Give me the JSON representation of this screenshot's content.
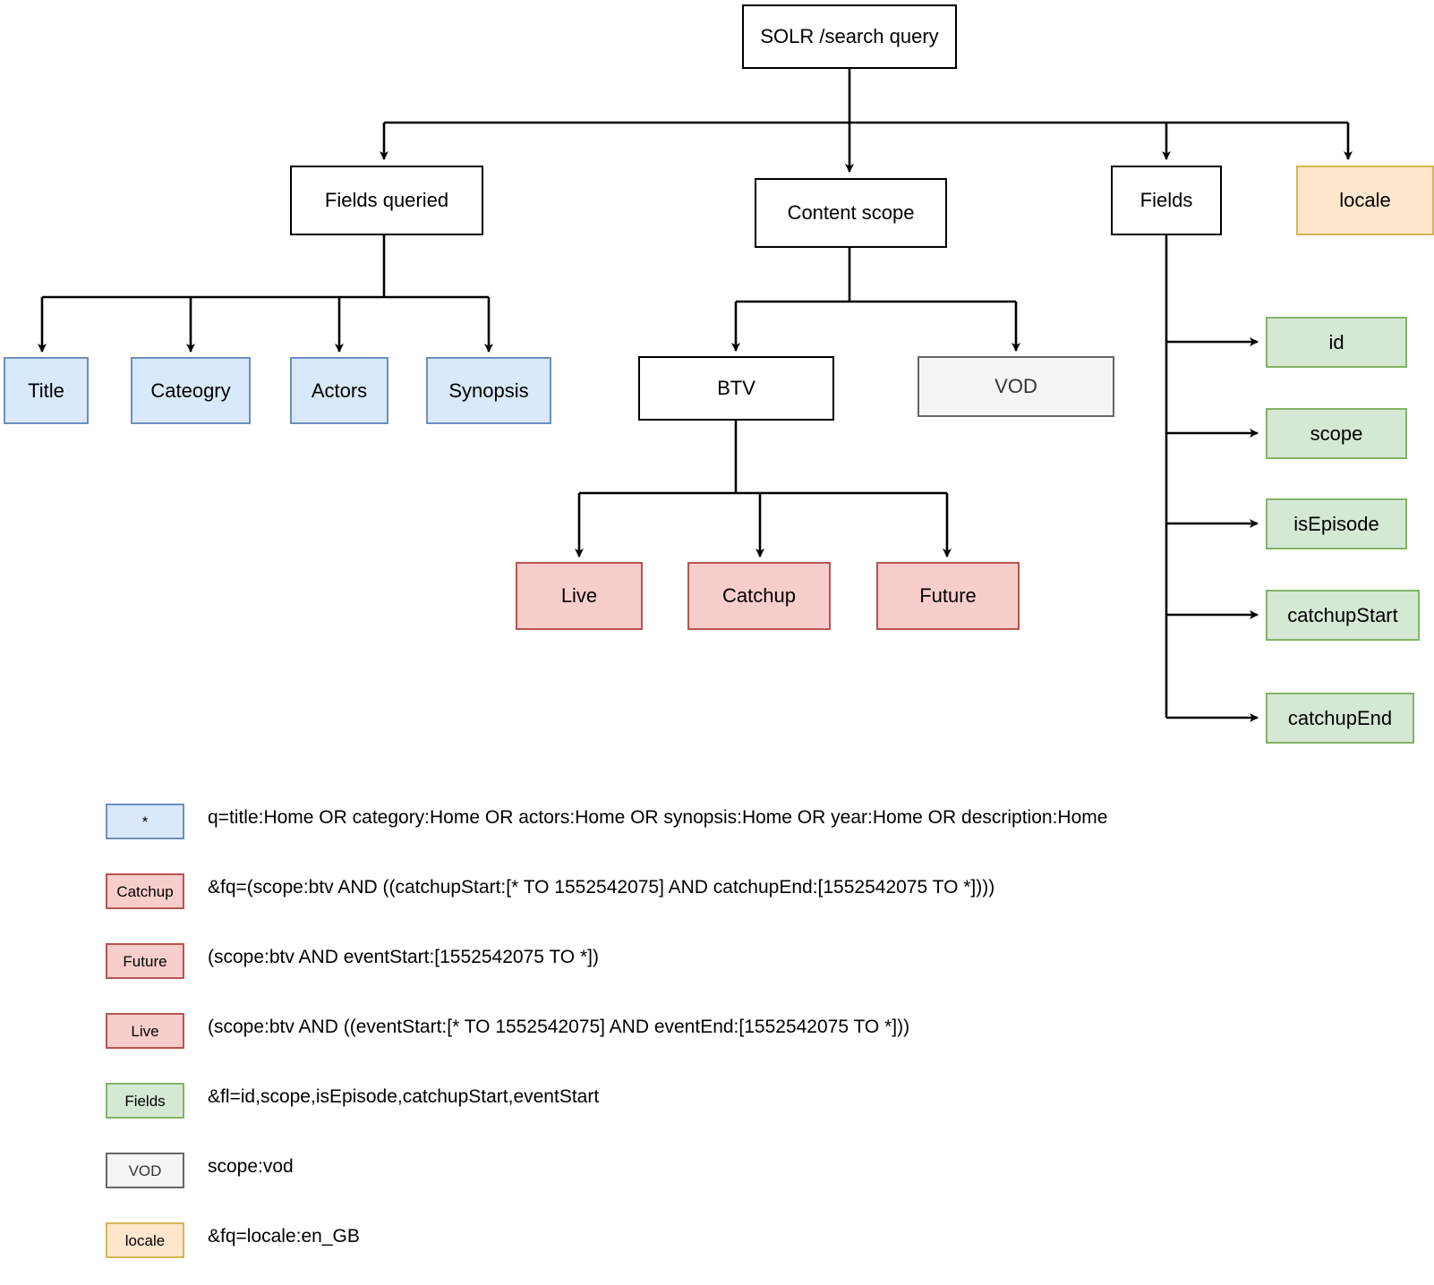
{
  "diagram": {
    "title": "SOLR /search query",
    "root": {
      "label": "SOLR /search query"
    },
    "branches": {
      "fields_queried": {
        "label": "Fields queried"
      },
      "content_scope": {
        "label": "Content scope"
      },
      "fields": {
        "label": "Fields"
      },
      "locale": {
        "label": "locale"
      }
    },
    "queried_fields": [
      {
        "label": "Title"
      },
      {
        "label": "Cateogry"
      },
      {
        "label": "Actors"
      },
      {
        "label": "Synopsis"
      }
    ],
    "scopes": [
      {
        "label": "BTV"
      },
      {
        "label": "VOD"
      }
    ],
    "btv_children": [
      {
        "label": "Live"
      },
      {
        "label": "Catchup"
      },
      {
        "label": "Future"
      }
    ],
    "field_list": [
      {
        "label": "id"
      },
      {
        "label": "scope"
      },
      {
        "label": "isEpisode"
      },
      {
        "label": "catchupStart"
      },
      {
        "label": "catchupEnd"
      }
    ]
  },
  "legend": [
    {
      "swatch": "*",
      "style": "blue",
      "text": "q=title:Home OR category:Home OR actors:Home OR synopsis:Home OR year:Home OR description:Home"
    },
    {
      "swatch": "Catchup",
      "style": "red",
      "text": "&fq=(scope:btv AND ((catchupStart:[* TO 1552542075] AND catchupEnd:[1552542075 TO *])))"
    },
    {
      "swatch": "Future",
      "style": "red",
      "text": "(scope:btv AND eventStart:[1552542075 TO *])"
    },
    {
      "swatch": "Live",
      "style": "red",
      "text": "(scope:btv AND ((eventStart:[* TO 1552542075] AND eventEnd:[1552542075 TO *]))"
    },
    {
      "swatch": "Fields",
      "style": "green",
      "text": "&fl=id,scope,isEpisode,catchupStart,eventStart"
    },
    {
      "swatch": "VOD",
      "style": "gray",
      "text": "scope:vod"
    },
    {
      "swatch": "locale",
      "style": "yellow",
      "text": "&fq=locale:en_GB"
    }
  ],
  "colors": {
    "blue_fill": "#dae8fc",
    "blue_stroke": "#6c8ebf",
    "red_fill": "#f8cecc",
    "red_stroke": "#b85450",
    "green_fill": "#d5e8d4",
    "green_stroke": "#82b366",
    "yellow_fill": "#ffe6cc",
    "yellow_stroke": "#d6b656",
    "gray_fill": "#f5f5f5",
    "gray_stroke": "#666666",
    "edge": "#000000"
  }
}
